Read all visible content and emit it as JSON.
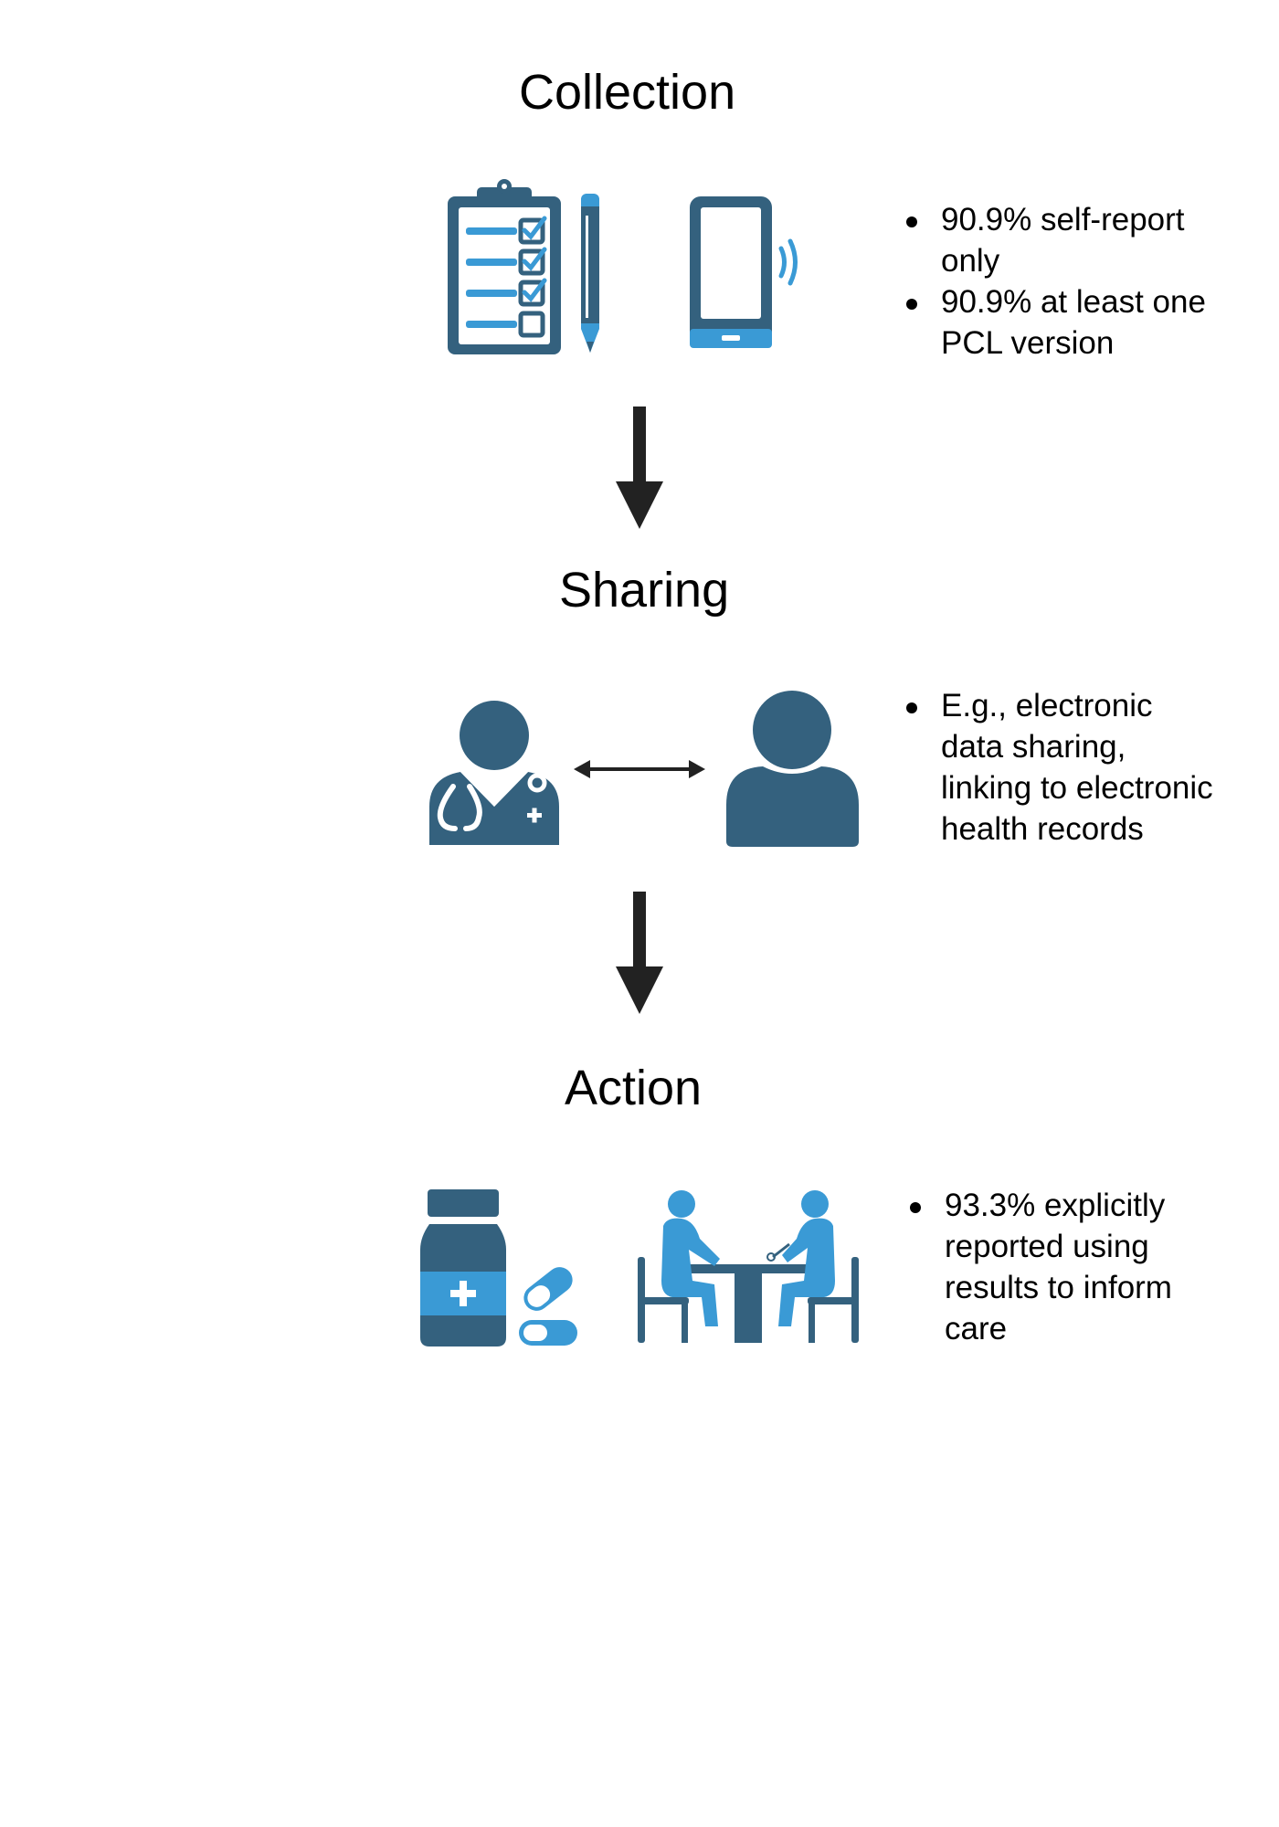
{
  "stages": [
    {
      "title": "Collection",
      "icons": [
        "clipboard-checklist-icon",
        "pencil-icon",
        "smartphone-icon"
      ],
      "bullets": [
        "90.9% self-report only",
        "90.9% at least one PCL version"
      ]
    },
    {
      "title": "Sharing",
      "icons": [
        "doctor-icon",
        "double-arrow-icon",
        "patient-icon"
      ],
      "bullets": [
        "E.g., electronic data sharing, linking to electronic health records"
      ]
    },
    {
      "title": "Action",
      "icons": [
        "medication-bottle-icon",
        "pills-icon",
        "consultation-icon"
      ],
      "bullets": [
        "93.3% explicitly reported using results to inform care"
      ]
    }
  ],
  "colors": {
    "dark_blue": "#34617E",
    "light_blue": "#3A9AD5",
    "arrow": "#222222"
  }
}
